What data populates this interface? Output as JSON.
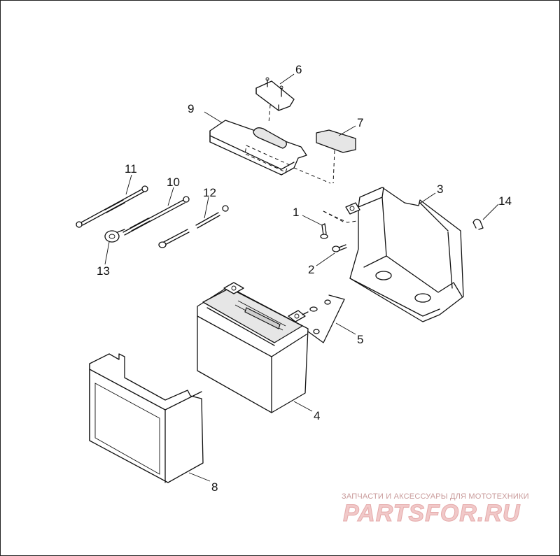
{
  "diagram": {
    "callouts": [
      {
        "id": "1",
        "label": "1"
      },
      {
        "id": "2",
        "label": "2"
      },
      {
        "id": "3",
        "label": "3"
      },
      {
        "id": "4",
        "label": "4"
      },
      {
        "id": "5",
        "label": "5"
      },
      {
        "id": "6",
        "label": "6"
      },
      {
        "id": "7",
        "label": "7"
      },
      {
        "id": "8",
        "label": "8"
      },
      {
        "id": "9",
        "label": "9"
      },
      {
        "id": "10",
        "label": "10"
      },
      {
        "id": "11",
        "label": "11"
      },
      {
        "id": "12",
        "label": "12"
      },
      {
        "id": "13",
        "label": "13"
      },
      {
        "id": "14",
        "label": "14"
      }
    ]
  },
  "watermark": {
    "subtitle": "ЗАПЧАСТИ И АКСЕССУАРЫ ДЛЯ МОТОТЕХНИКИ",
    "brand": "PARTSFOR.RU",
    "colors": {
      "brand": "#f1c9c9",
      "brand_outline": "#e5aaaa",
      "subtitle": "#c89a9a"
    }
  }
}
